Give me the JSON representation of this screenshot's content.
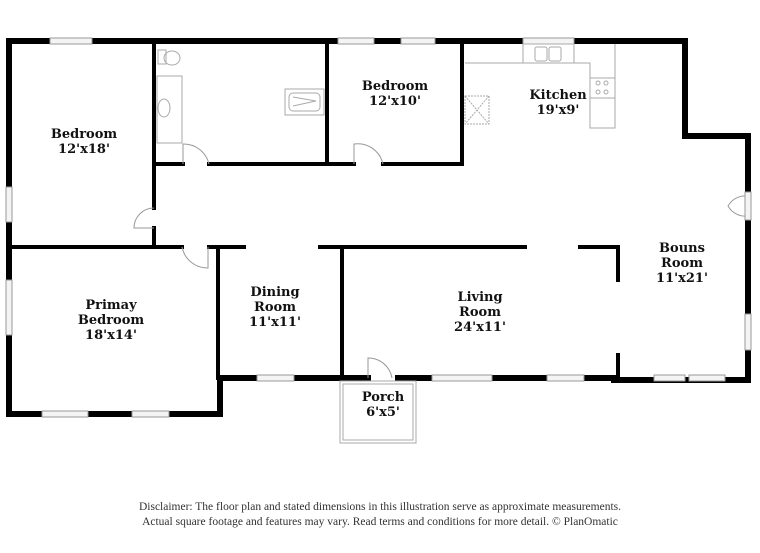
{
  "plan": {
    "wall_color": "#000000",
    "fixture_color": "#aaaaaa",
    "rooms": [
      {
        "id": "bedroom-1",
        "name": "Bedroom",
        "size": "12'x18'"
      },
      {
        "id": "bedroom-2",
        "name": "Bedroom",
        "size": "12'x10'"
      },
      {
        "id": "kitchen",
        "name": "Kitchen",
        "size": "19'x9'"
      },
      {
        "id": "bonus-room",
        "name": "Bouns Room",
        "name_line1": "Bouns",
        "name_line2": "Room",
        "size": "11'x21'"
      },
      {
        "id": "primary-bedroom",
        "name": "Primay Bedroom",
        "name_line1": "Primay",
        "name_line2": "Bedroom",
        "size": "18'x14'"
      },
      {
        "id": "dining-room",
        "name": "Dining Room",
        "name_line1": "Dining",
        "name_line2": "Room",
        "size": "11'x11'"
      },
      {
        "id": "living-room",
        "name": "Living Room",
        "name_line1": "Living",
        "name_line2": "Room",
        "size": "24'x11'"
      },
      {
        "id": "porch",
        "name": "Porch",
        "size": "6'x5'"
      }
    ],
    "fixtures": [
      "toilet-icon",
      "sink-icon",
      "bathtub-icon",
      "kitchen-sink-icon",
      "stove-icon",
      "fridge-icon"
    ]
  },
  "disclaimer": {
    "line1": "Disclaimer: The floor plan and stated dimensions in this illustration serve as approximate measurements.",
    "line2": "Actual square footage and features may vary. Read terms and conditions for more detail. © PlanOmatic"
  }
}
